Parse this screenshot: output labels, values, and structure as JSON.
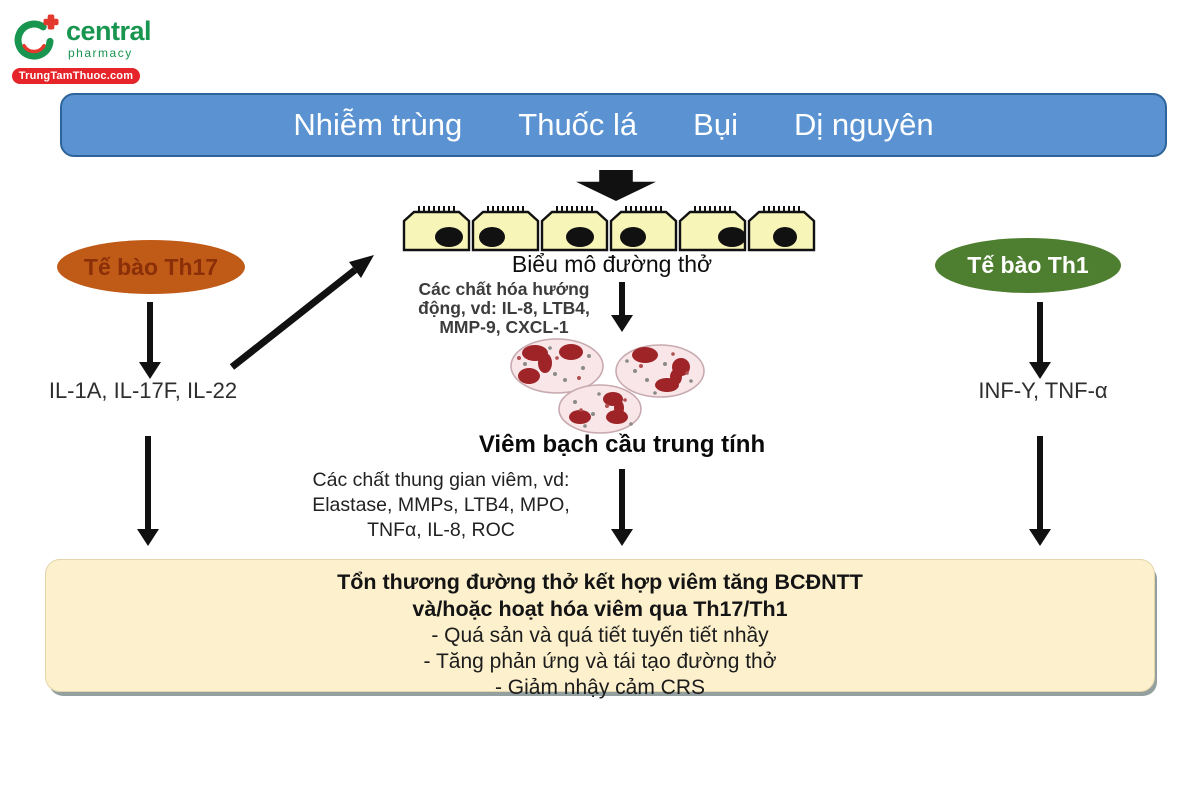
{
  "logo": {
    "name": "central",
    "sub": "pharmacy",
    "badge": "TrungTamThuoc.com"
  },
  "triggers_bar": {
    "items": [
      "Nhiễm trùng",
      "Thuốc lá",
      "Bụi",
      "Dị nguyên"
    ]
  },
  "nodes": {
    "th17": {
      "label": "Tế bào Th17",
      "products": "IL-1A, IL-17F, IL-22"
    },
    "th1": {
      "label": "Tế bào Th1",
      "products": "INF-Y, TNF-α"
    },
    "epithelium": {
      "label": "Biểu mô đường thở"
    },
    "chemoattractants": {
      "line1": "Các chất hóa hướng",
      "line2": "động, vd: IL-8, LTB4,",
      "line3": "MMP-9, CXCL-1"
    },
    "neutrophilic_inflammation": {
      "label": "Viêm bạch cầu trung tính"
    },
    "mediators": {
      "line1": "Các chất thung gian viêm, vd:",
      "line2": "Elastase, MMPs, LTB4, MPO,",
      "line3": "TNFα, IL-8, ROC"
    }
  },
  "outcome_box": {
    "lines": [
      "Tổn thương đường thở kết hợp viêm tăng BCĐNTT",
      "và/hoặc hoạt hóa viêm qua Th17/Th1",
      "- Quá sản và quá tiết tuyến tiết nhầy",
      "- Tăng phản ứng và tái tạo đường thở",
      "- Giảm nhậy cảm CRS"
    ]
  },
  "colors": {
    "bar_blue": "#5B93D2",
    "bar_border": "#2E6499",
    "th17_orange": "#C05A17",
    "th17_text": "#8A2F08",
    "th1_green": "#4E7E2F",
    "outcome_cream": "#FCF0CD",
    "epithelium_yellow": "#F8F5B8",
    "neutrophil_pink": "#F8E6E8",
    "nucleus_red": "#9E2427",
    "logo_green": "#18954F",
    "logo_red": "#E6252B"
  }
}
